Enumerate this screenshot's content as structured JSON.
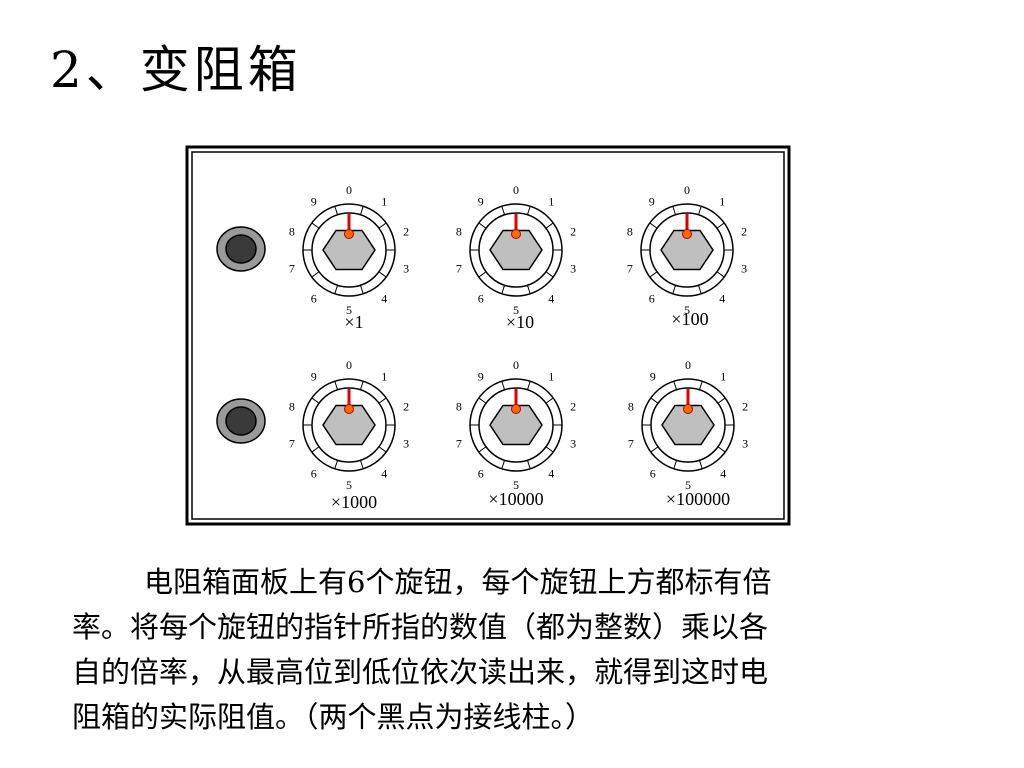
{
  "title": "2、变阻箱",
  "panel": {
    "knobs": [
      {
        "multiplier": "×1",
        "value": 0
      },
      {
        "multiplier": "×10",
        "value": 0
      },
      {
        "multiplier": "×100",
        "value": 0
      },
      {
        "multiplier": "×1000",
        "value": 0
      },
      {
        "multiplier": "×10000",
        "value": 0
      },
      {
        "multiplier": "×100000",
        "value": 0
      }
    ],
    "dial_numbers": [
      "0",
      "1",
      "2",
      "3",
      "4",
      "5",
      "6",
      "7",
      "8",
      "9"
    ],
    "colors": {
      "pointer": "#e00000",
      "pointer_dot": "#ff6a00",
      "hex_fill": "#bfbfbf",
      "terminal_outer": "#9a9a9a",
      "terminal_inner": "#3a3a3a"
    }
  },
  "description": {
    "line1": "电阻箱面板上有6个旋钮，每个旋钮上方都标有倍",
    "line2": "率。将每个旋钮的指针所指的数值（都为整数）乘以各",
    "line3": "自的倍率，从最高位到低位依次读出来，就得到这时电",
    "line4": "阻箱的实际阻值。（两个黑点为接线柱。）"
  }
}
